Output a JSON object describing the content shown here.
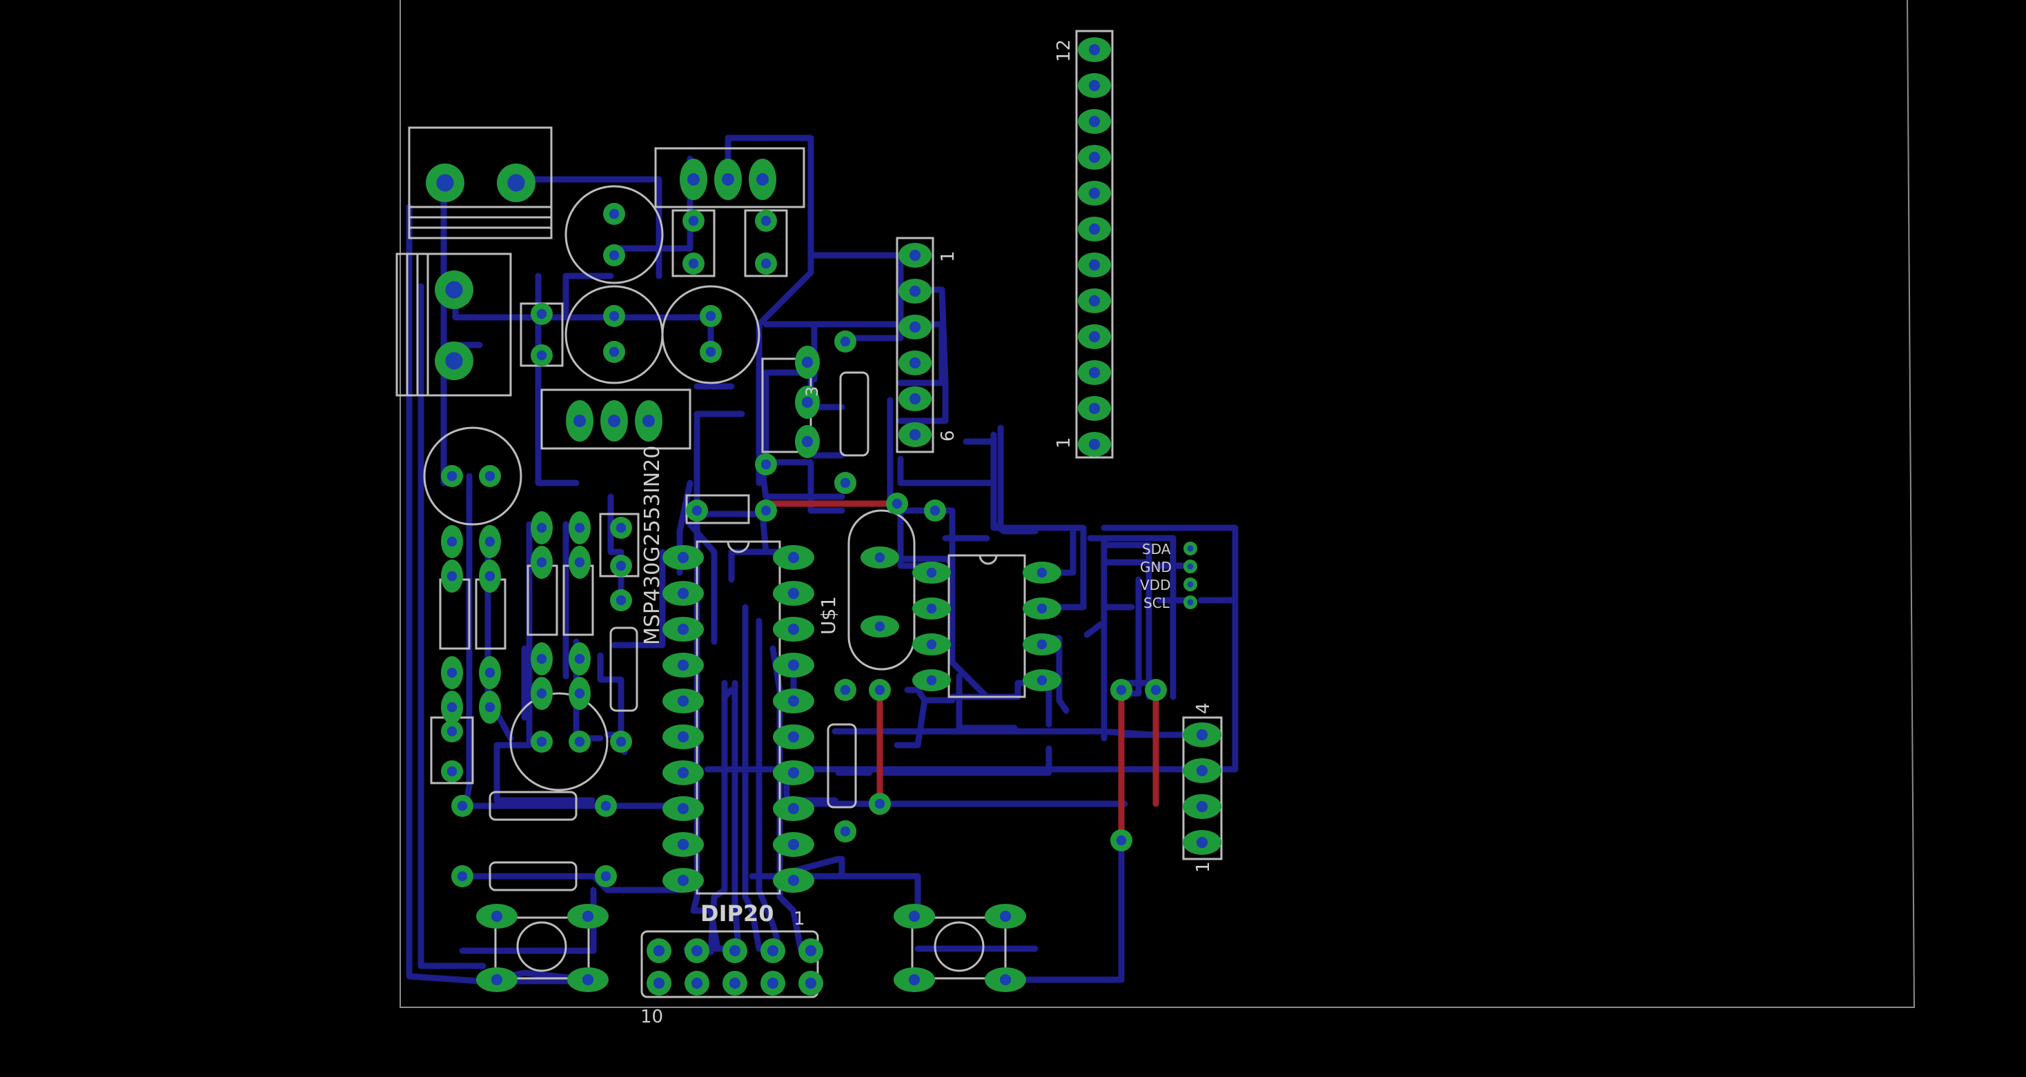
{
  "colors": {
    "background": "#000000",
    "trace_bottom": "#1e1e8c",
    "trace_top": "#a0202a",
    "pad": "#1f9a3a",
    "drill": "#1a3fae",
    "silk": "#bdbdbd",
    "outline": "#9a9a9a"
  },
  "labels": {
    "ic_top_part": "MSP430G2553IN20",
    "ic_top_name": "U$1",
    "ic_package": "DIP20",
    "header_right_top": "12",
    "header_right_bottom": "1",
    "header_mid_top": "1",
    "header_mid_bottom": "6",
    "header_i2c_top": "4",
    "header_i2c_bottom": "1",
    "conn_bottom_pin1": "1",
    "conn_bottom_pin10": "10",
    "reg_pin3": "3",
    "i2c_sda": "SDA",
    "i2c_gnd": "GND",
    "i2c_vdd": "VDD",
    "i2c_scl": "SCL"
  }
}
